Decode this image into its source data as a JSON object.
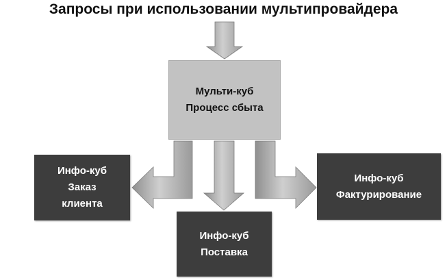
{
  "title": "Запросы при использовании мультипровайдера",
  "multi_cube": {
    "line1": "Мульти-куб",
    "line2": "Процесс сбыта"
  },
  "info_cubes": {
    "order": {
      "line1": "Инфо-куб",
      "line2": "Заказ",
      "line3": "клиента"
    },
    "supply": {
      "line1": "Инфо-куб",
      "line2": "Поставка"
    },
    "invoice": {
      "line1": "Инфо-куб",
      "line2": "Фактурирование"
    }
  },
  "colors": {
    "multi_box": "#c2c2c2",
    "info_box": "#3d3d3d",
    "arrow": "#b3b3b3"
  }
}
